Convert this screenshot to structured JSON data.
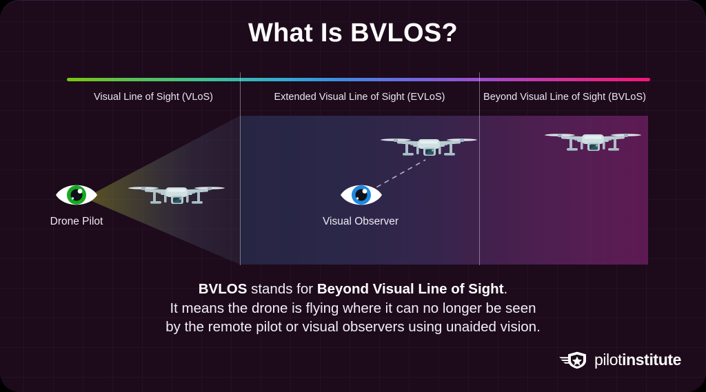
{
  "title": "What Is BVLOS?",
  "spectrum": {
    "start_color": "#7ac70c",
    "mid_color": "#3c8ee0",
    "end_color": "#f5167a"
  },
  "zones": [
    {
      "label": "Visual Line of Sight (VLoS)"
    },
    {
      "label": "Extended Visual Line of Sight (EVLoS)"
    },
    {
      "label": "Beyond Visual Line of Sight (BVLoS)"
    }
  ],
  "actors": [
    {
      "id": "drone-pilot",
      "label": "Drone Pilot",
      "icon": "eye-icon",
      "iris_color": "#17a822"
    },
    {
      "id": "visual-observer",
      "label": "Visual Observer",
      "icon": "eye-icon",
      "iris_color": "#1e87e0"
    }
  ],
  "drones": [
    {
      "id": "drone-vlos",
      "icon": "drone-icon"
    },
    {
      "id": "drone-evlos",
      "icon": "drone-icon"
    },
    {
      "id": "drone-bvlos",
      "icon": "drone-icon"
    }
  ],
  "caption": {
    "line1_bold_lead": "BVLOS",
    "line1_mid": " stands for ",
    "line1_bold_tail": "Beyond Visual Line of Sight",
    "line1_end": ".",
    "line2": "It means the drone is flying where it can no longer be seen",
    "line3": "by the remote pilot or visual observers using unaided vision."
  },
  "logo": {
    "icon": "winged-shield-star-icon",
    "text_thin": "pilot",
    "text_bold": "institute"
  },
  "colors": {
    "background": "#1d0a1b",
    "panel_left": "#262542",
    "panel_right": "#5d1a53",
    "cone": "#6f7a44",
    "text": "#f1eef6"
  }
}
